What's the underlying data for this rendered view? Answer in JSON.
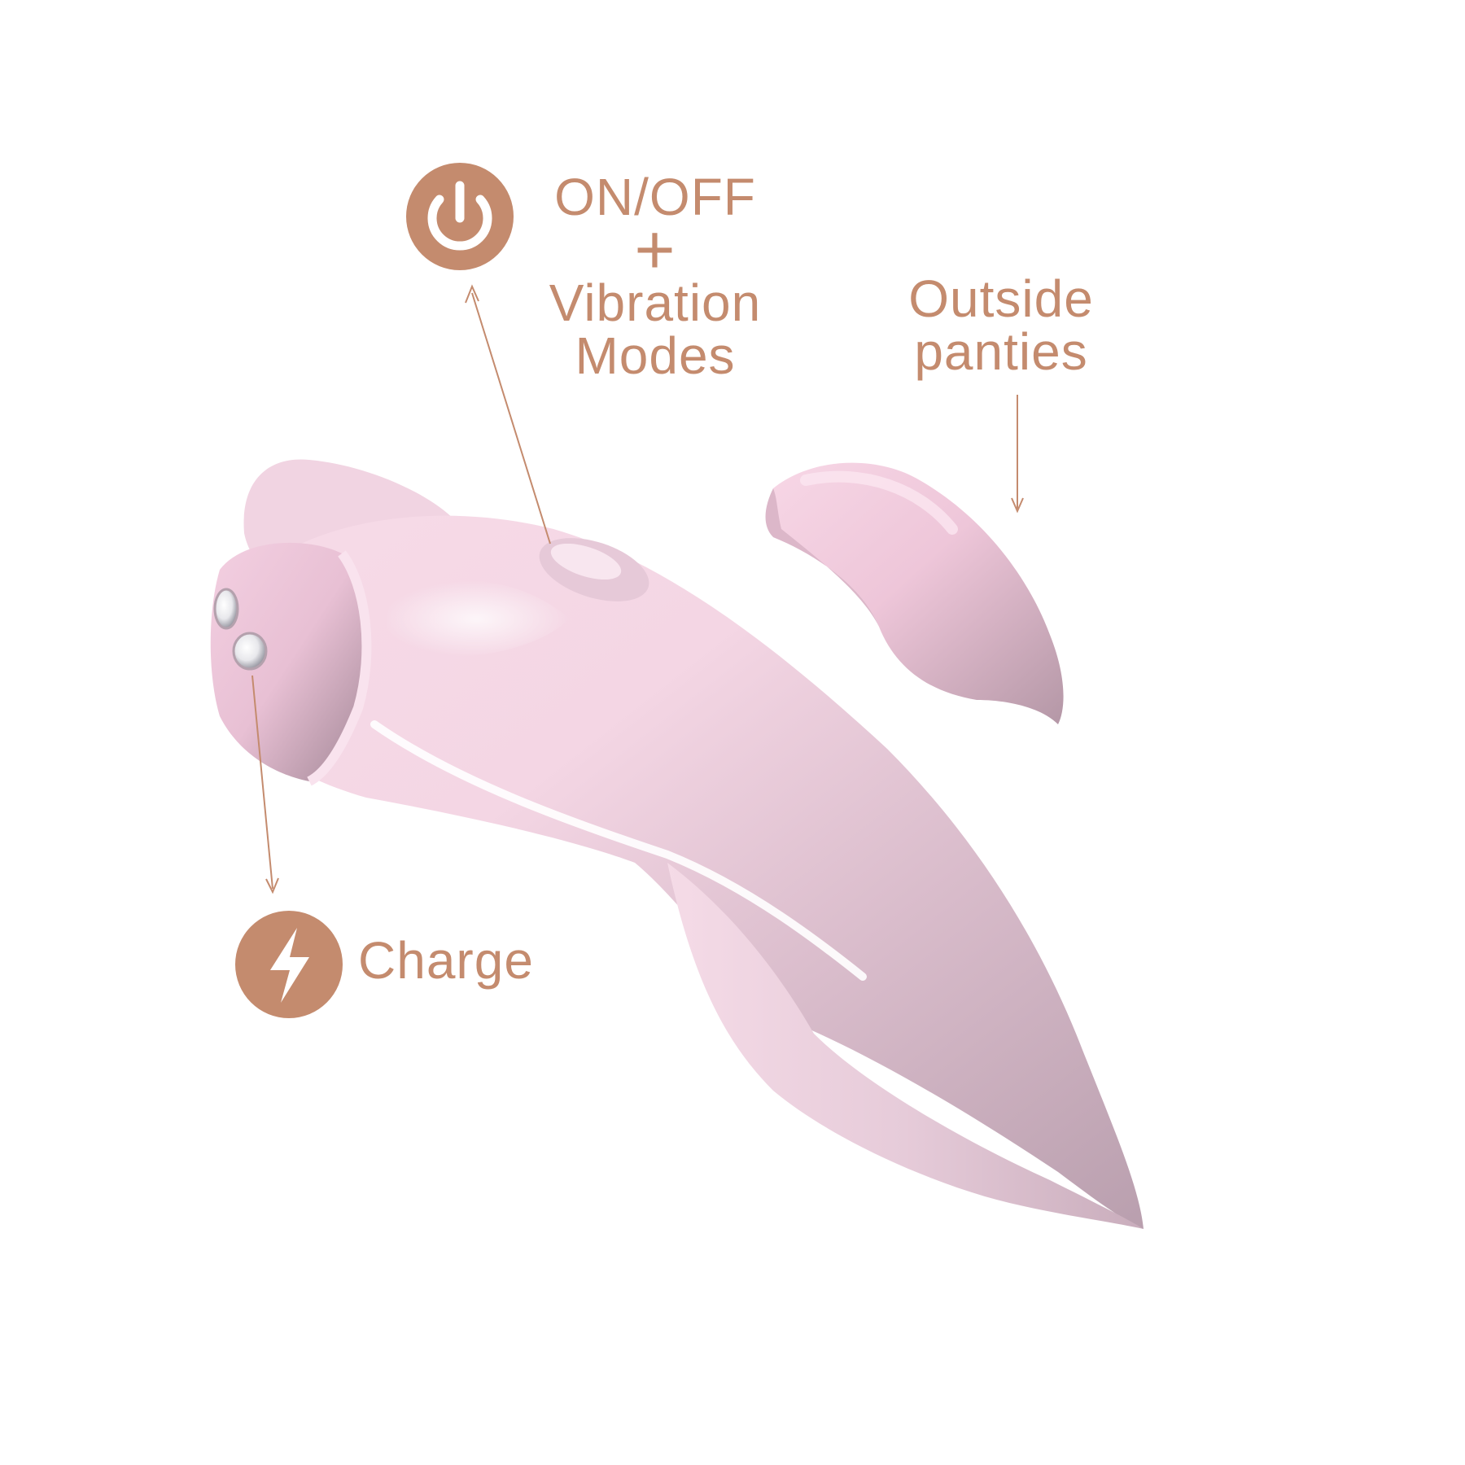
{
  "colors": {
    "accent": "#c48b6e",
    "product_pink": "#f0d2e0",
    "product_shadow": "#b8a0ae",
    "background": "#ffffff"
  },
  "icons": {
    "power": "power-icon",
    "charge": "lightning-bolt-icon"
  },
  "labels": {
    "power": {
      "line1": "ON/OFF",
      "plus": "+",
      "line2": "Vibration",
      "line3": "Modes"
    },
    "outside": {
      "line1": "Outside",
      "line2": "panties"
    },
    "charge": "Charge"
  }
}
